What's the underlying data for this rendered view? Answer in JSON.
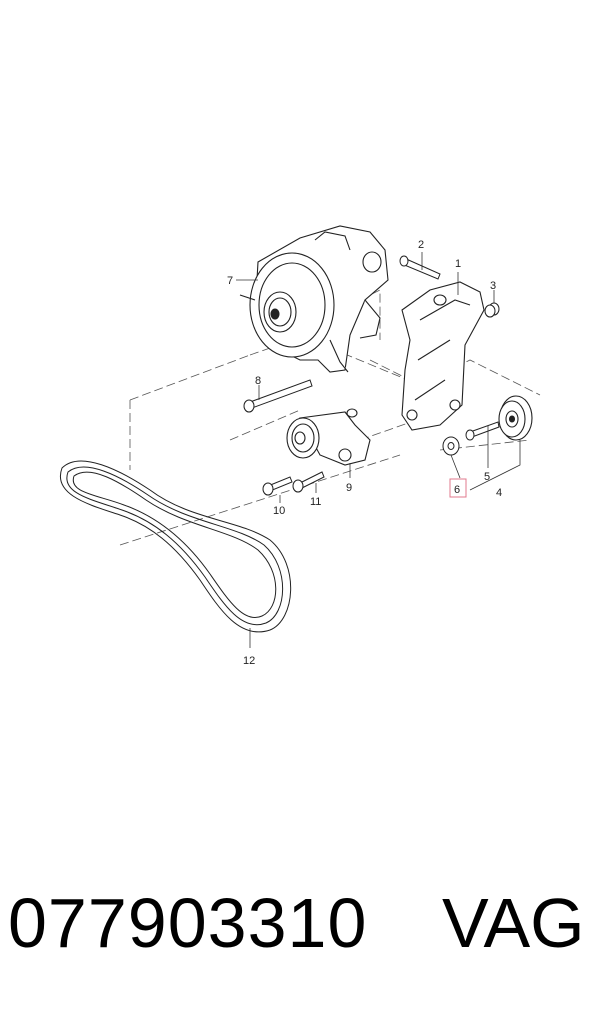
{
  "diagram": {
    "callouts": {
      "c1": "1",
      "c2": "2",
      "c3": "3",
      "c4": "4",
      "c5": "5",
      "c6": "6",
      "c7": "7",
      "c8": "8",
      "c9": "9",
      "c10": "10",
      "c11": "11",
      "c12": "12"
    },
    "highlight_color": "#e0788c"
  },
  "footer": {
    "part_number": "077903310",
    "brand": "VAG"
  }
}
